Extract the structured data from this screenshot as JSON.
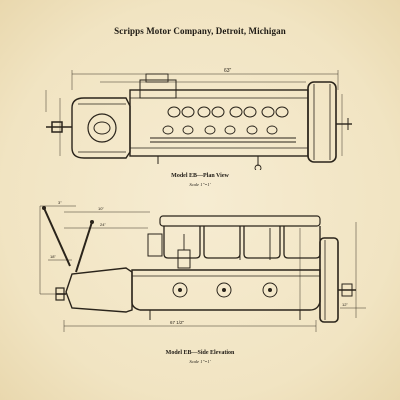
{
  "document": {
    "heading": "Scripps Motor Company, Detroit, Michigan",
    "plan_view": {
      "caption": "Model EB—Plan View",
      "scale": "Scale 1\"=1'",
      "overall_dimension": "63\""
    },
    "side_elevation": {
      "caption": "Model EB—Side Elevation",
      "scale": "Scale 1\"=1'",
      "overall_dimension": "67 1/2\"",
      "dimension_labels": [
        "3\"",
        "10\"",
        "24\"",
        "18\"",
        "12\""
      ]
    }
  }
}
